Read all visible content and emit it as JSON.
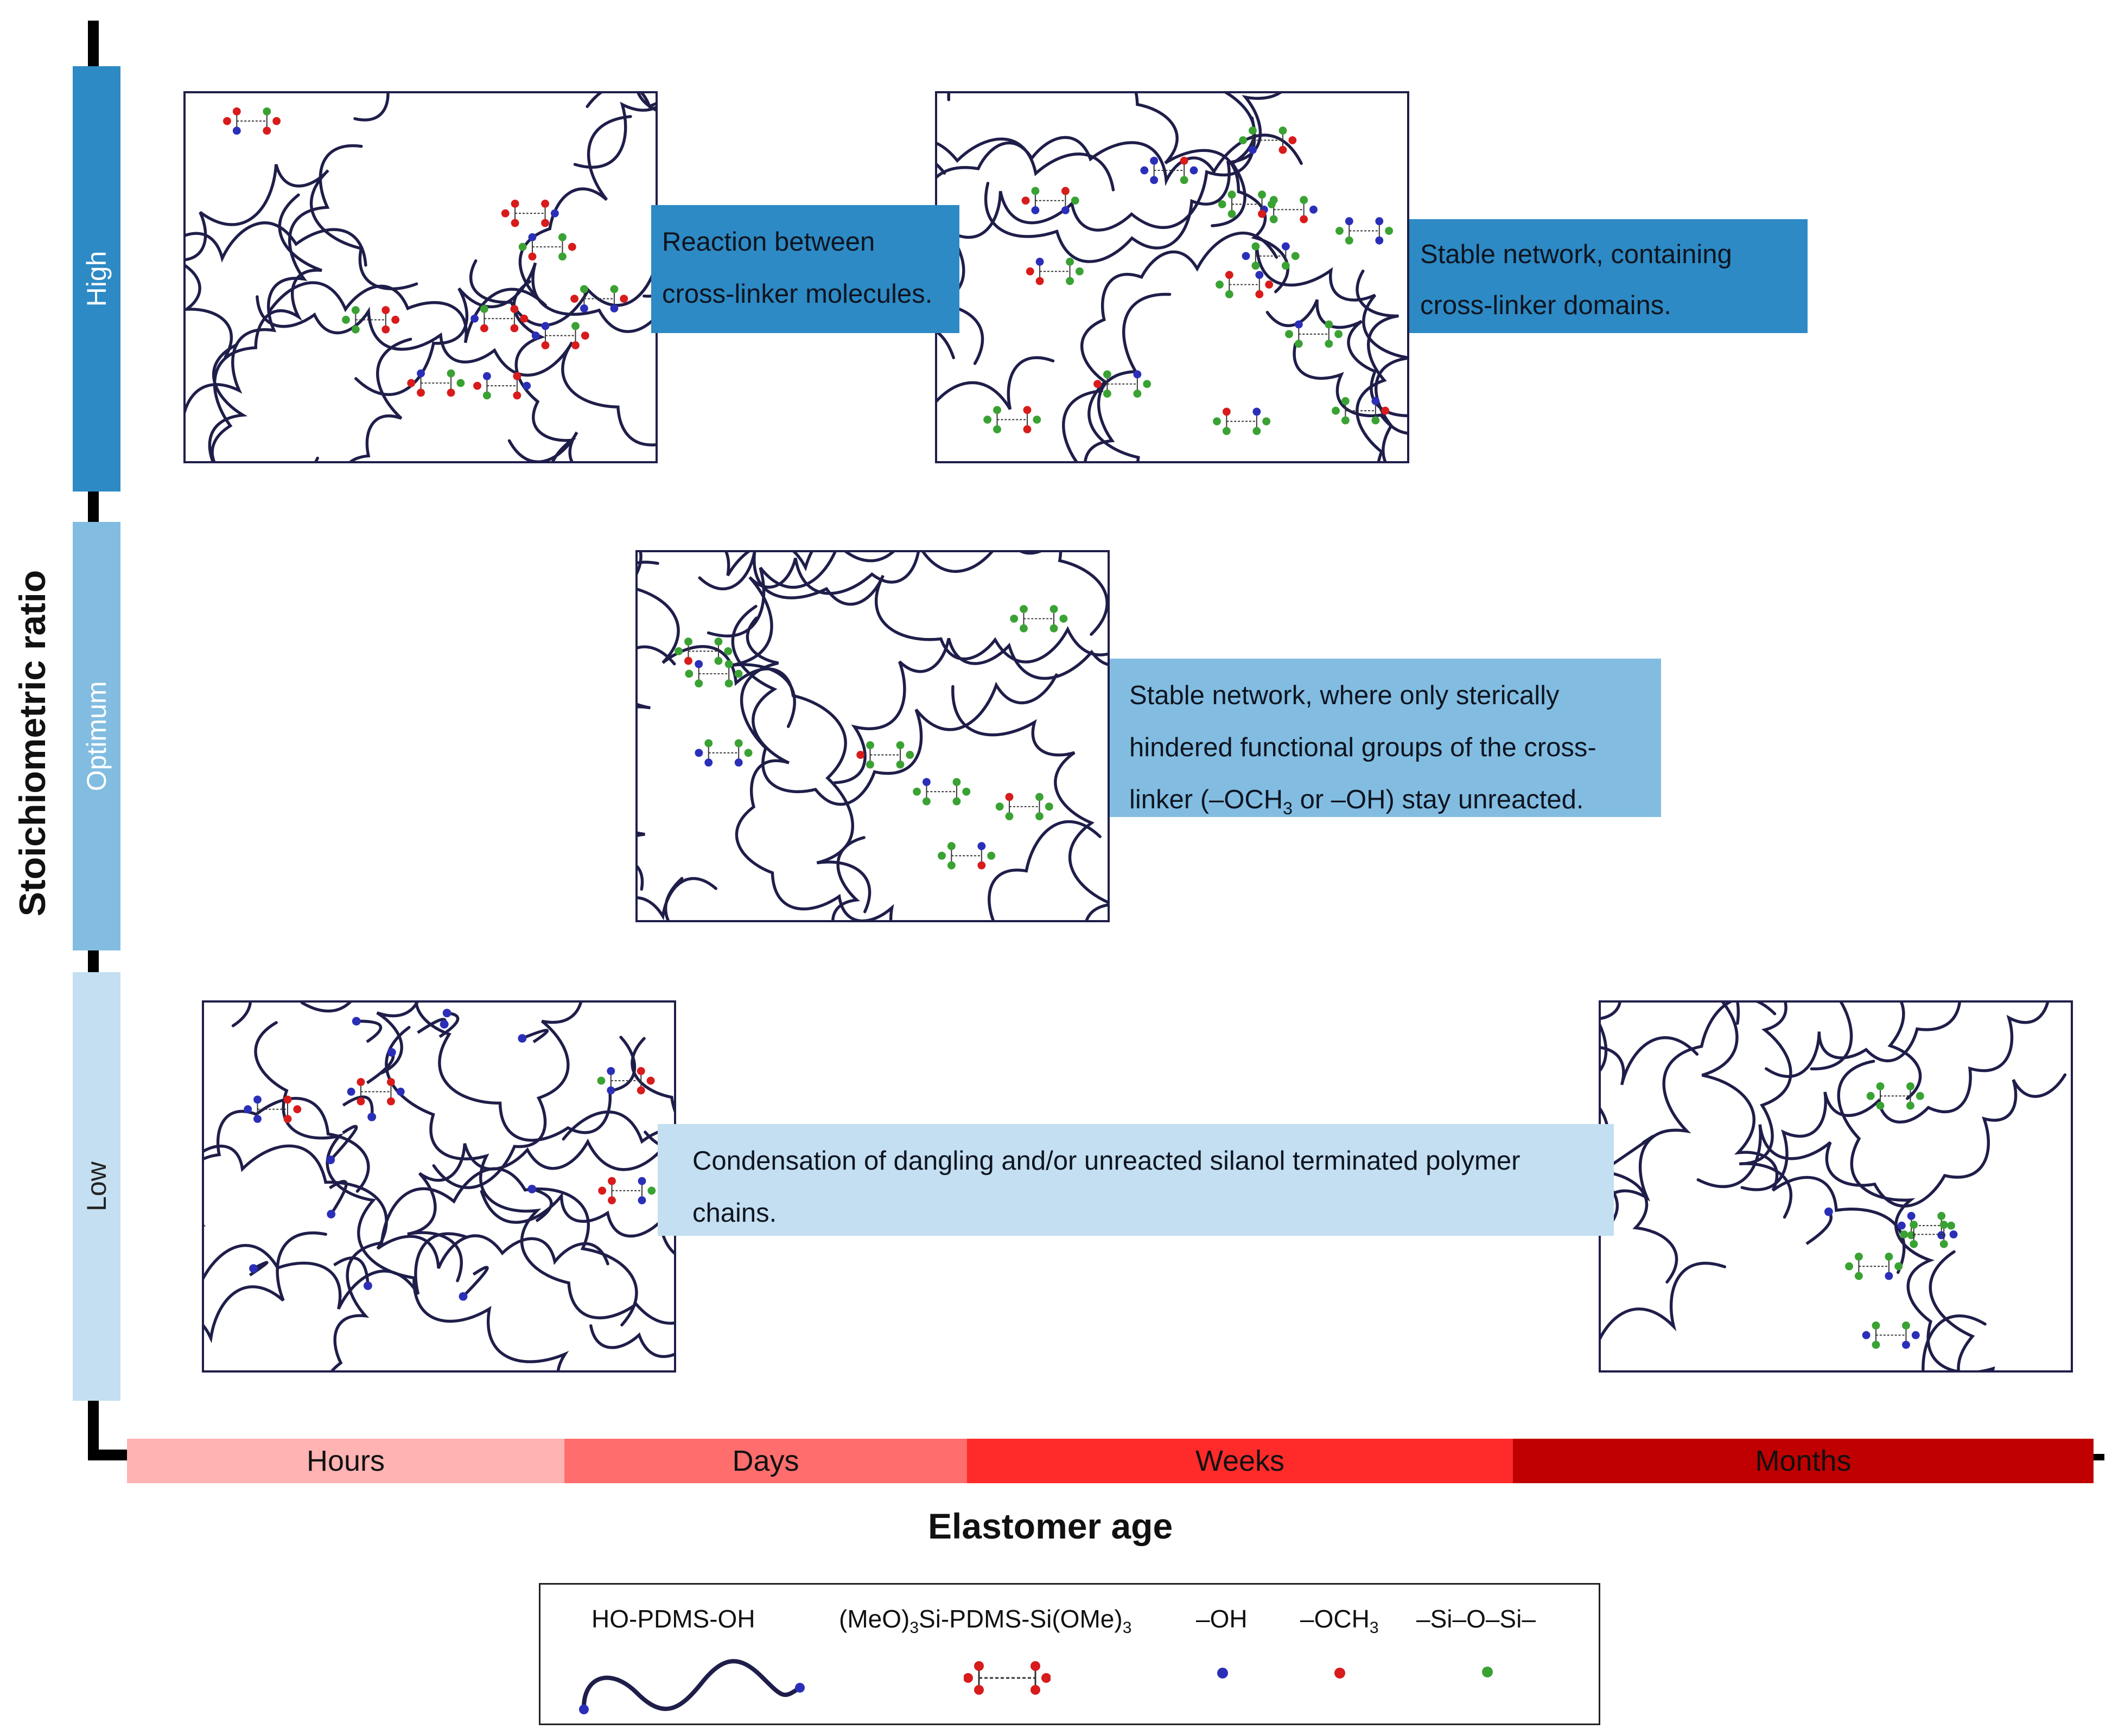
{
  "y_axis": {
    "title": "Stoichiometric ratio",
    "levels": [
      {
        "label": "High",
        "color": "#2d8ac4"
      },
      {
        "label": "Optimum",
        "color": "#82bde1"
      },
      {
        "label": "Low",
        "color": "#c3dff1"
      }
    ]
  },
  "x_axis": {
    "title": "Elastomer age",
    "periods": [
      {
        "label": "Hours",
        "color": "#ffb3b3"
      },
      {
        "label": "Days",
        "color": "#ff6d6d"
      },
      {
        "label": "Weeks",
        "color": "#ff2a2a"
      },
      {
        "label": "Months",
        "color": "#c00000"
      }
    ]
  },
  "callouts": {
    "high_reaction": {
      "line1": "Reaction between",
      "line2": "cross-linker molecules."
    },
    "high_stable": {
      "line1": "Stable  network,  containing",
      "line2": "cross-linker domains."
    },
    "optimum_stable": {
      "line1": "Stable  network,  where  only  sterically",
      "line2": "hindered  functional groups of the cross-",
      "line3_prefix": "linker (–OCH",
      "line3_sub": "3",
      "line3_suffix": " or –OH) stay unreacted."
    },
    "low_condensation": {
      "line1": "Condensation of dangling and/or unreacted silanol terminated polymer",
      "line2": "chains."
    }
  },
  "legend": {
    "polymer": "HO-PDMS-OH",
    "crosslinker_prefix": "(MeO)",
    "crosslinker_sub1": "3",
    "crosslinker_mid": "Si-PDMS-Si(OMe)",
    "crosslinker_sub2": "3",
    "hydroxyl": "–OH",
    "methoxy_prefix": "–OCH",
    "methoxy_sub": "3",
    "siloxane": "–Si–O–Si–"
  },
  "colors": {
    "chain": "#1f1e4a",
    "oh_dot": "#2b2fb8",
    "och3_dot": "#d81b1b",
    "siosi_dot": "#3aa233"
  }
}
